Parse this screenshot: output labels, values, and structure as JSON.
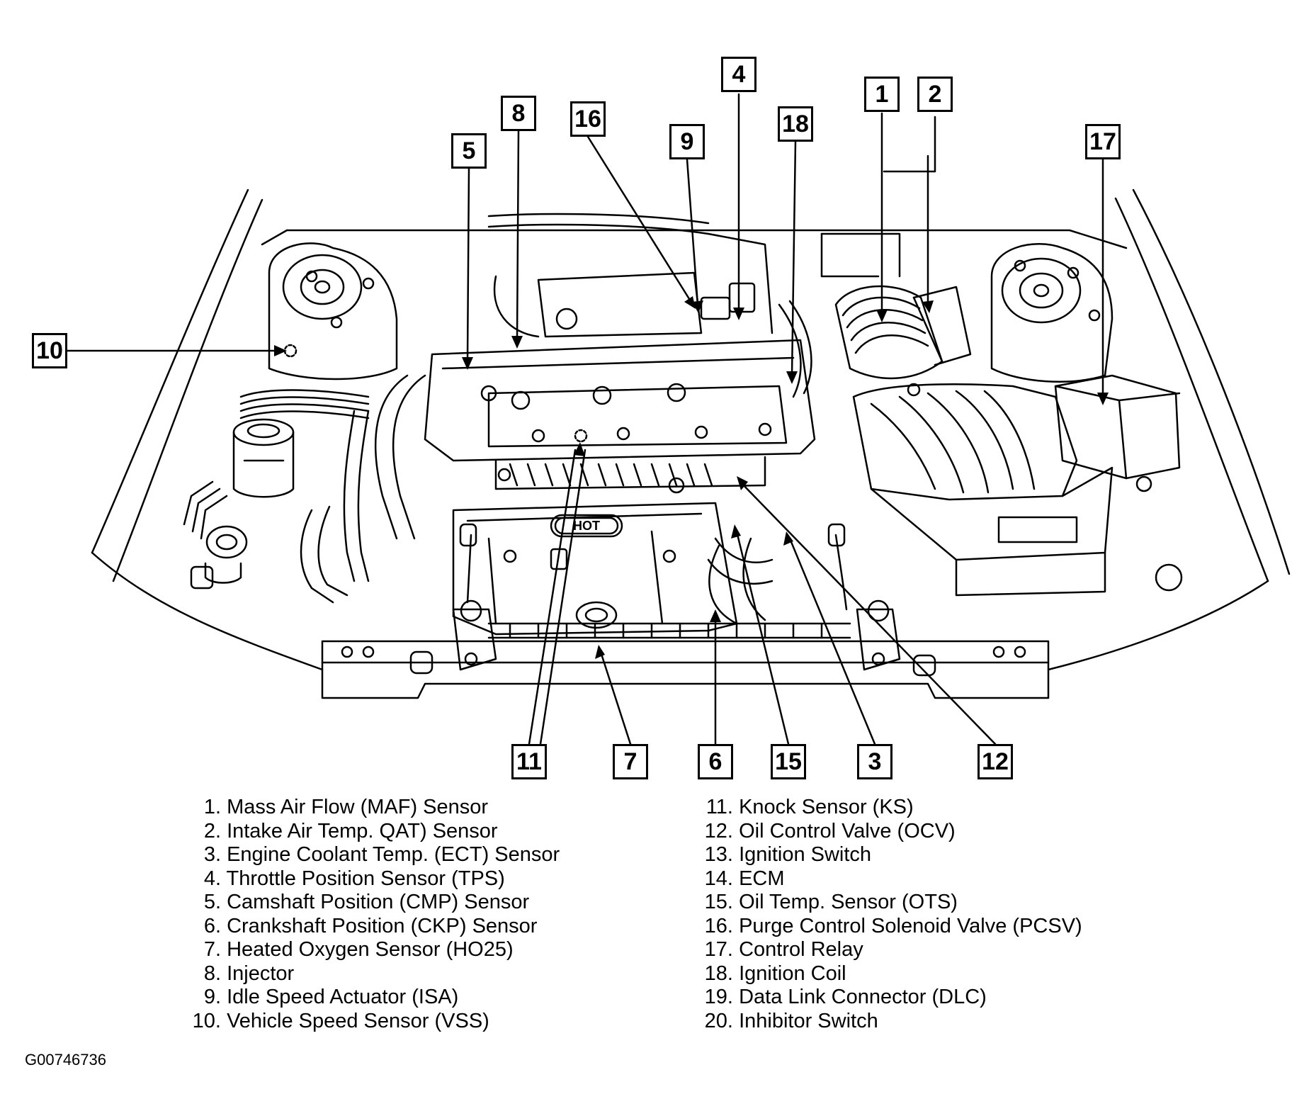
{
  "callouts": {
    "c1": "1",
    "c2": "2",
    "c3": "3",
    "c4": "4",
    "c5": "5",
    "c6": "6",
    "c7": "7",
    "c8": "8",
    "c9": "9",
    "c10": "10",
    "c11": "11",
    "c12": "12",
    "c15": "15",
    "c16": "16",
    "c17": "17",
    "c18": "18"
  },
  "engine_cover_label": "HOT",
  "legend_left": [
    {
      "num": "1.",
      "text": "Mass Air Flow (MAF) Sensor"
    },
    {
      "num": "2.",
      "text": "Intake Air Temp. QAT) Sensor"
    },
    {
      "num": "3.",
      "text": "Engine Coolant Temp. (ECT) Sensor"
    },
    {
      "num": "4.",
      "text": "Throttle Position Sensor (TPS)"
    },
    {
      "num": "5.",
      "text": "Camshaft Position (CMP) Sensor"
    },
    {
      "num": "6.",
      "text": "Crankshaft Position (CKP) Sensor"
    },
    {
      "num": "7.",
      "text": "Heated Oxygen Sensor (HO25)"
    },
    {
      "num": "8.",
      "text": "Injector"
    },
    {
      "num": "9.",
      "text": "Idle Speed Actuator (ISA)"
    },
    {
      "num": "10.",
      "text": "Vehicle Speed Sensor (VSS)"
    }
  ],
  "legend_right": [
    {
      "num": "11.",
      "text": "Knock Sensor (KS)"
    },
    {
      "num": "12.",
      "text": "Oil Control Valve (OCV)"
    },
    {
      "num": "13.",
      "text": "Ignition Switch"
    },
    {
      "num": "14.",
      "text": "ECM"
    },
    {
      "num": "15.",
      "text": "Oil Temp. Sensor (OTS)"
    },
    {
      "num": "16.",
      "text": "Purge Control Solenoid Valve (PCSV)"
    },
    {
      "num": "17.",
      "text": "Control Relay"
    },
    {
      "num": "18.",
      "text": "Ignition Coil"
    },
    {
      "num": "19.",
      "text": "Data Link Connector (DLC)"
    },
    {
      "num": "20.",
      "text": "Inhibitor Switch"
    }
  ],
  "figure_id": "G00746736"
}
